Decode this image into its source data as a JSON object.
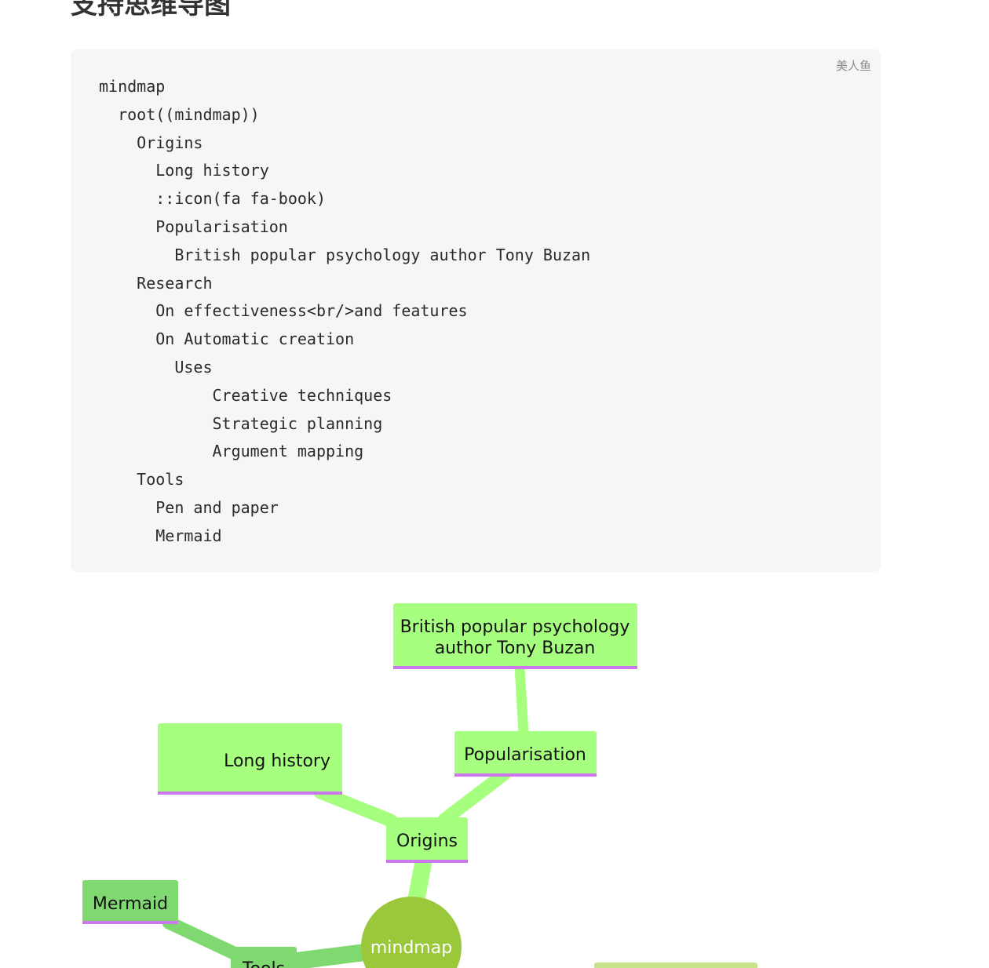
{
  "heading": "支持思维导图",
  "code_block": {
    "language": "美人鱼",
    "lines": [
      "mindmap",
      "  root((mindmap))",
      "    Origins",
      "      Long history",
      "      ::icon(fa fa-book)",
      "      Popularisation",
      "        British popular psychology author Tony Buzan",
      "    Research",
      "      On effectiveness<br/>and features",
      "      On Automatic creation",
      "        Uses",
      "            Creative techniques",
      "            Strategic planning",
      "            Argument mapping",
      "    Tools",
      "      Pen and paper",
      "      Mermaid"
    ]
  },
  "mindmap": {
    "root": "mindmap",
    "nodes": {
      "british_line1": "British popular psychology",
      "british_line2": "author Tony Buzan",
      "popularisation": "Popularisation",
      "long_history": "Long history",
      "origins": "Origins",
      "mermaid": "Mermaid",
      "tools": "Tools"
    },
    "colors": {
      "origins_branch": "#a7ff7f",
      "tools_branch": "#80d970",
      "root_fill": "#9ac83a",
      "underline": "#cc77ee",
      "research_branch": "#c8e48a"
    }
  }
}
